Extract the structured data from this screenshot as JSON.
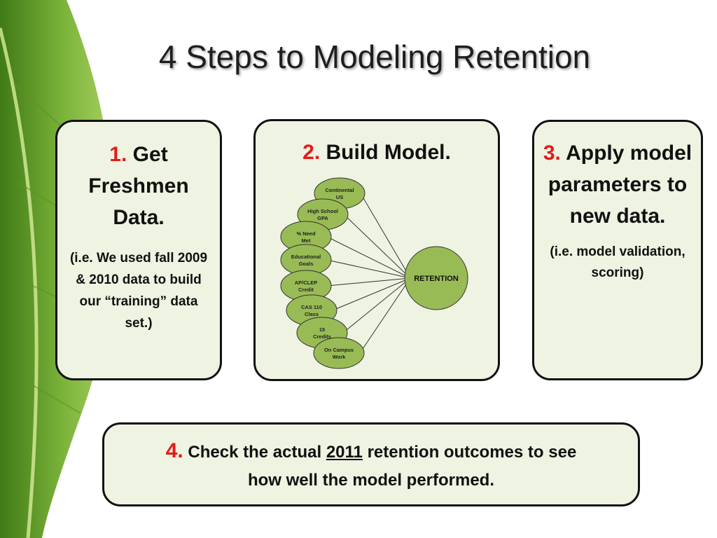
{
  "title": "4 Steps to Modeling Retention",
  "step1": {
    "num": "1.",
    "heading_a": "Get",
    "heading_b": "Freshmen",
    "heading_c": "Data.",
    "note": "(i.e. We used fall 2009 & 2010 data to build our “training” data set.)"
  },
  "step2": {
    "num": "2.",
    "heading": "Build Model.",
    "diagram": {
      "center": "RETENTION",
      "nodes": [
        "Continental US",
        "High School GPA",
        "% Need Met",
        "Educational Goals",
        "AP/CLEP Credit",
        "CAS 110 Class",
        "15 Credits",
        "On Campus Work"
      ]
    }
  },
  "step3": {
    "num": "3.",
    "heading_a": "Apply",
    "heading_b": "model parameters to new data.",
    "note": "(i.e. model validation, scoring)"
  },
  "step4": {
    "num": "4.",
    "text_a": "Check the actual",
    "text_year": "2011",
    "text_b": "retention outcomes to see",
    "text_c": "how well the model performed."
  },
  "colors": {
    "node_fill": "#99bb55",
    "box_fill": "#eef3e2",
    "step_number": "#e31b1b"
  }
}
